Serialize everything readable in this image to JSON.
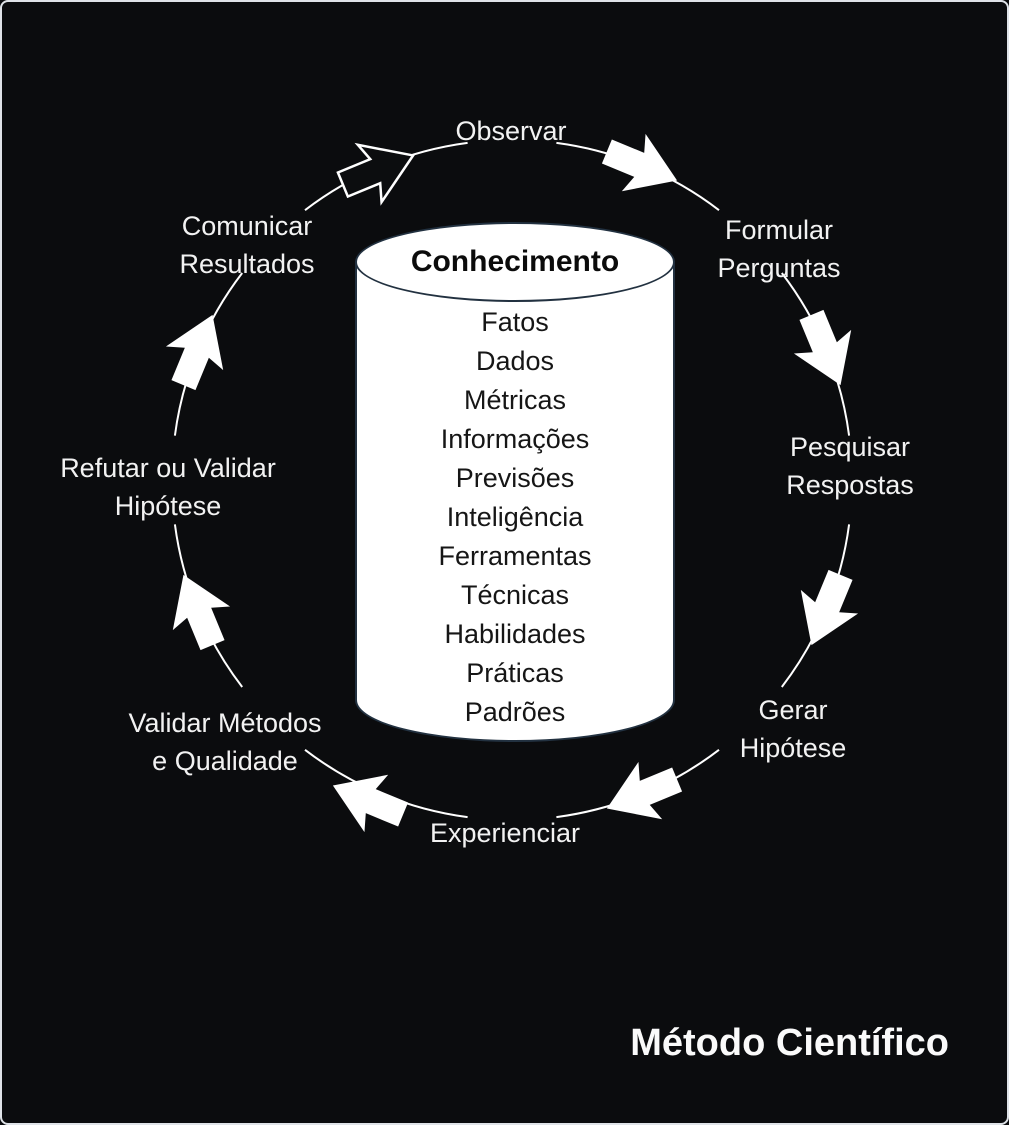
{
  "diagram_title": "Método Científico",
  "cylinder": {
    "title": "Conhecimento",
    "items": [
      "Fatos",
      "Dados",
      "Métricas",
      "Informações",
      "Previsões",
      "Inteligência",
      "Ferramentas",
      "Técnicas",
      "Habilidades",
      "Práticas",
      "Padrões"
    ]
  },
  "steps": [
    {
      "id": "observar",
      "label": "Observar"
    },
    {
      "id": "formular-perguntas",
      "label": "Formular\nPerguntas"
    },
    {
      "id": "pesquisar-respostas",
      "label": "Pesquisar\nRespostas"
    },
    {
      "id": "gerar-hipotese",
      "label": "Gerar\nHipótese"
    },
    {
      "id": "experienciar",
      "label": "Experienciar"
    },
    {
      "id": "validar-metodos-qualidade",
      "label": "Validar Métodos\ne Qualidade"
    },
    {
      "id": "refutar-ou-validar-hipotese",
      "label": "Refutar ou Validar\nHipótese"
    },
    {
      "id": "comunicar-resultados",
      "label": "Comunicar\nResultados"
    }
  ],
  "arrows": [
    {
      "name": "arrow-observar-to-formular-perguntas",
      "style": "solid-white"
    },
    {
      "name": "arrow-formular-perguntas-to-pesquisar-respostas",
      "style": "solid-white"
    },
    {
      "name": "arrow-pesquisar-respostas-to-gerar-hipotese",
      "style": "solid-white"
    },
    {
      "name": "arrow-gerar-hipotese-to-experienciar",
      "style": "solid-white"
    },
    {
      "name": "arrow-experienciar-to-validar-metodos",
      "style": "solid-white"
    },
    {
      "name": "arrow-validar-metodos-to-refutar-ou-validar",
      "style": "solid-white"
    },
    {
      "name": "arrow-refutar-ou-validar-to-comunicar-resultados",
      "style": "solid-white"
    },
    {
      "name": "arrow-comunicar-resultados-to-observar",
      "style": "black-outlined"
    }
  ],
  "colors": {
    "background": "#0b0c0e",
    "frame_border": "#dfe3e8",
    "label_text": "#f2f2f2",
    "arrow_fill": "#ffffff",
    "dark_arrow_fill": "#0c0d0f",
    "cylinder_fill": "#ffffff",
    "cylinder_outline": "#223140",
    "cylinder_text": "#161616"
  }
}
